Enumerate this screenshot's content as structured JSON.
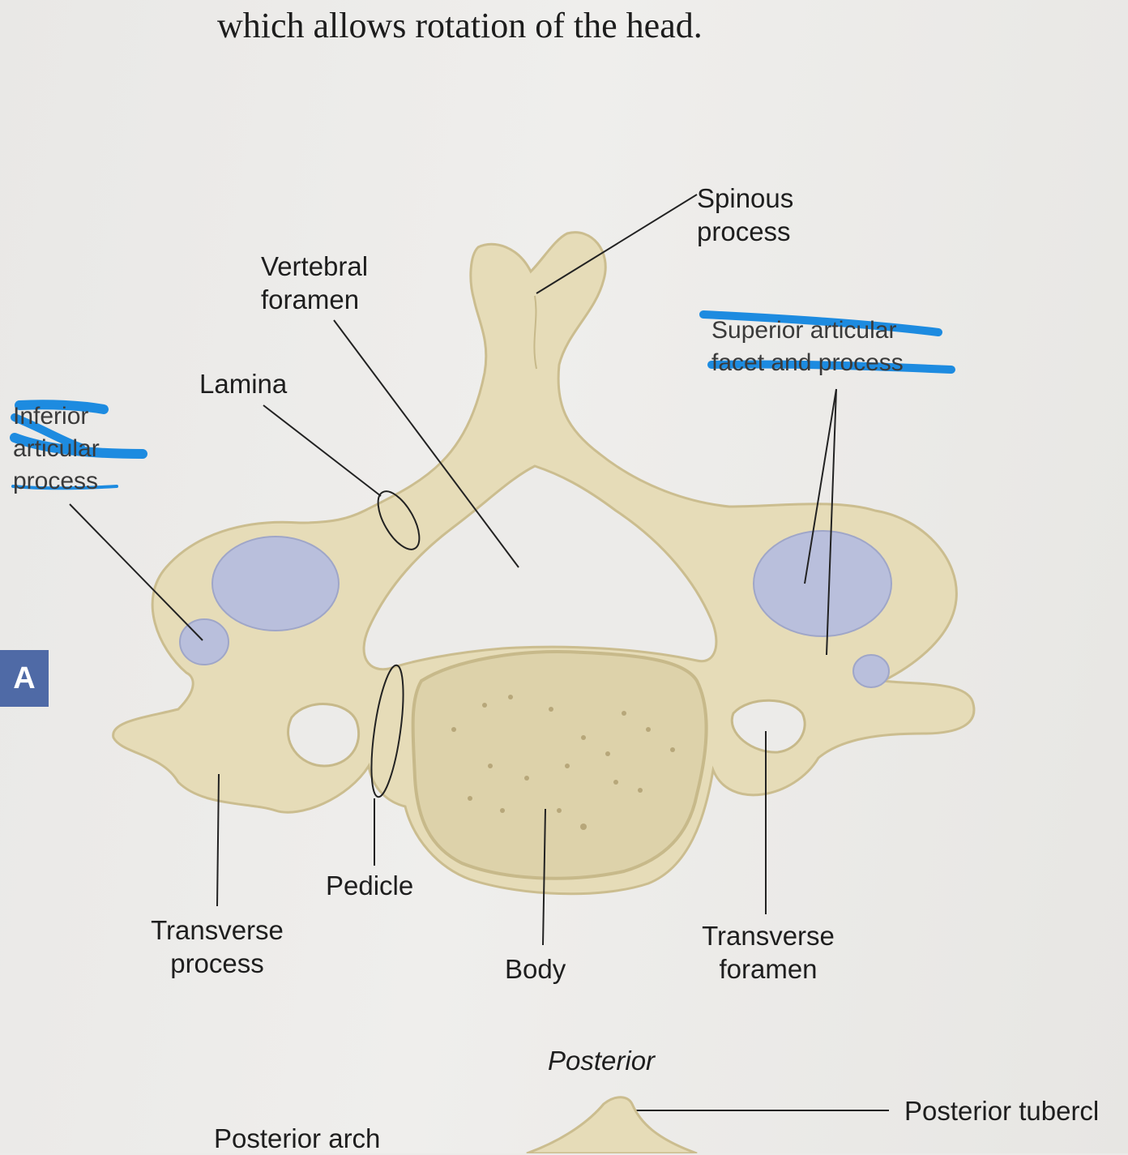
{
  "page": {
    "body_text": "which allows rotation of the head.",
    "panel_tag": "A",
    "orientation_label": "Posterior"
  },
  "labels": {
    "spinous_process": [
      "Spinous",
      "process"
    ],
    "vertebral_foramen": [
      "Vertebral",
      "foramen"
    ],
    "lamina": "Lamina",
    "inferior_articular_process": [
      "Inferior",
      "articular",
      "process"
    ],
    "superior_articular_facet": [
      "Superior articular",
      "facet and process"
    ],
    "transverse_process": [
      "Transverse",
      "process"
    ],
    "pedicle": "Pedicle",
    "body": "Body",
    "transverse_foramen": [
      "Transverse",
      "foramen"
    ],
    "posterior_tubercle": "Posterior tubercl",
    "posterior_arch": "Posterior arch"
  },
  "colors": {
    "bone": "#e6dcb8",
    "bone_shadow": "#cbbd8f",
    "facet": "#b9bfdc",
    "highlighter": "#1d8be0",
    "tab": "#4f6aa6"
  }
}
